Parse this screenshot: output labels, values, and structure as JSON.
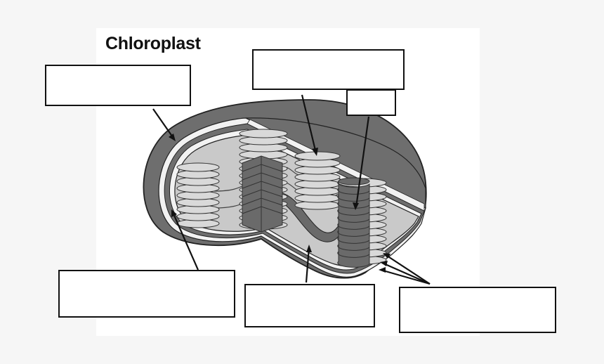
{
  "diagram": {
    "title": "Chloroplast",
    "colors": {
      "background": "#f6f6f6",
      "panel": "#ffffff",
      "outer_membrane": "#6e6e6e",
      "stroma": "#c8c8c8",
      "thylakoid": "#d9d9d9",
      "granum_dark": "#6a6a6a",
      "outline": "#222222"
    },
    "label_boxes": [
      {
        "id": "outer-membrane",
        "text": ""
      },
      {
        "id": "thylakoid",
        "text": ""
      },
      {
        "id": "granum",
        "text": ""
      },
      {
        "id": "inner-membrane",
        "text": ""
      },
      {
        "id": "stroma",
        "text": ""
      },
      {
        "id": "lamellae",
        "text": ""
      }
    ]
  }
}
